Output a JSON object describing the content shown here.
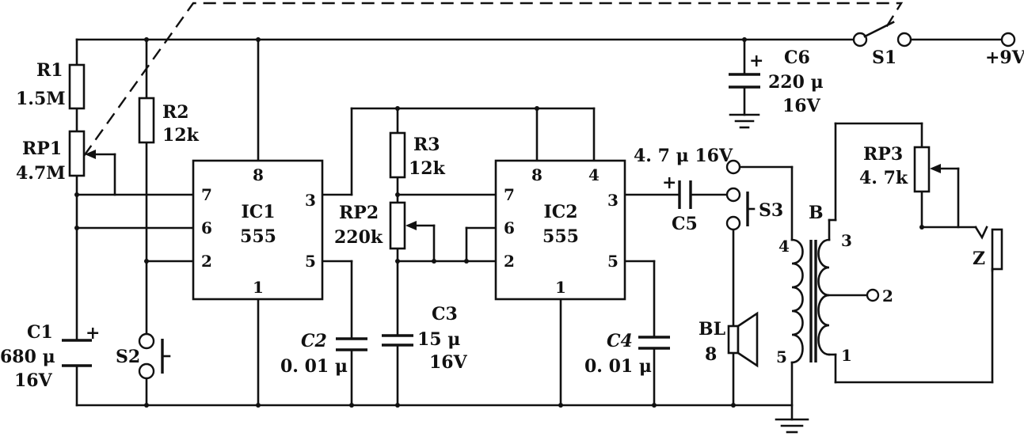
{
  "components": {
    "R1": {
      "ref": "R1",
      "value": "1.5M"
    },
    "RP1": {
      "ref": "RP1",
      "value": "4.7M"
    },
    "R2": {
      "ref": "R2",
      "value": "12k"
    },
    "C1": {
      "ref": "C1",
      "value": "680 μ",
      "rating": "16V",
      "polarity": "+"
    },
    "S2": {
      "ref": "S2"
    },
    "IC1": {
      "ref": "IC1",
      "type": "555",
      "pins": {
        "p8": "8",
        "p7": "7",
        "p6": "6",
        "p2": "2",
        "p3": "3",
        "p5": "5",
        "p1": "1"
      }
    },
    "C2": {
      "ref": "C2",
      "value": "0. 01 μ"
    },
    "R3": {
      "ref": "R3",
      "value": "12k"
    },
    "RP2": {
      "ref": "RP2",
      "value": "220k"
    },
    "C3": {
      "ref": "C3",
      "value": "15 μ",
      "rating": "16V"
    },
    "IC2": {
      "ref": "IC2",
      "type": "555",
      "pins": {
        "p8": "8",
        "p4": "4",
        "p7": "7",
        "p6": "6",
        "p2": "2",
        "p3": "3",
        "p5": "5",
        "p1": "1"
      }
    },
    "C4": {
      "ref": "C4",
      "value": "0. 01 μ"
    },
    "C5": {
      "ref": "C5",
      "value": "4. 7 μ 16V",
      "polarity": "+"
    },
    "S3": {
      "ref": "S3"
    },
    "BL": {
      "ref": "BL",
      "value": "8"
    },
    "B": {
      "ref": "B",
      "pins": {
        "p4": "4",
        "p5": "5",
        "p3": "3",
        "p2": "2",
        "p1": "1"
      }
    },
    "RP3": {
      "ref": "RP3",
      "value": "4. 7k"
    },
    "Z": {
      "ref": "Z"
    },
    "C6": {
      "ref": "C6",
      "value": "220 μ",
      "rating": "16V",
      "polarity": "+"
    },
    "S1": {
      "ref": "S1"
    }
  },
  "supply": {
    "label": "+9V"
  }
}
